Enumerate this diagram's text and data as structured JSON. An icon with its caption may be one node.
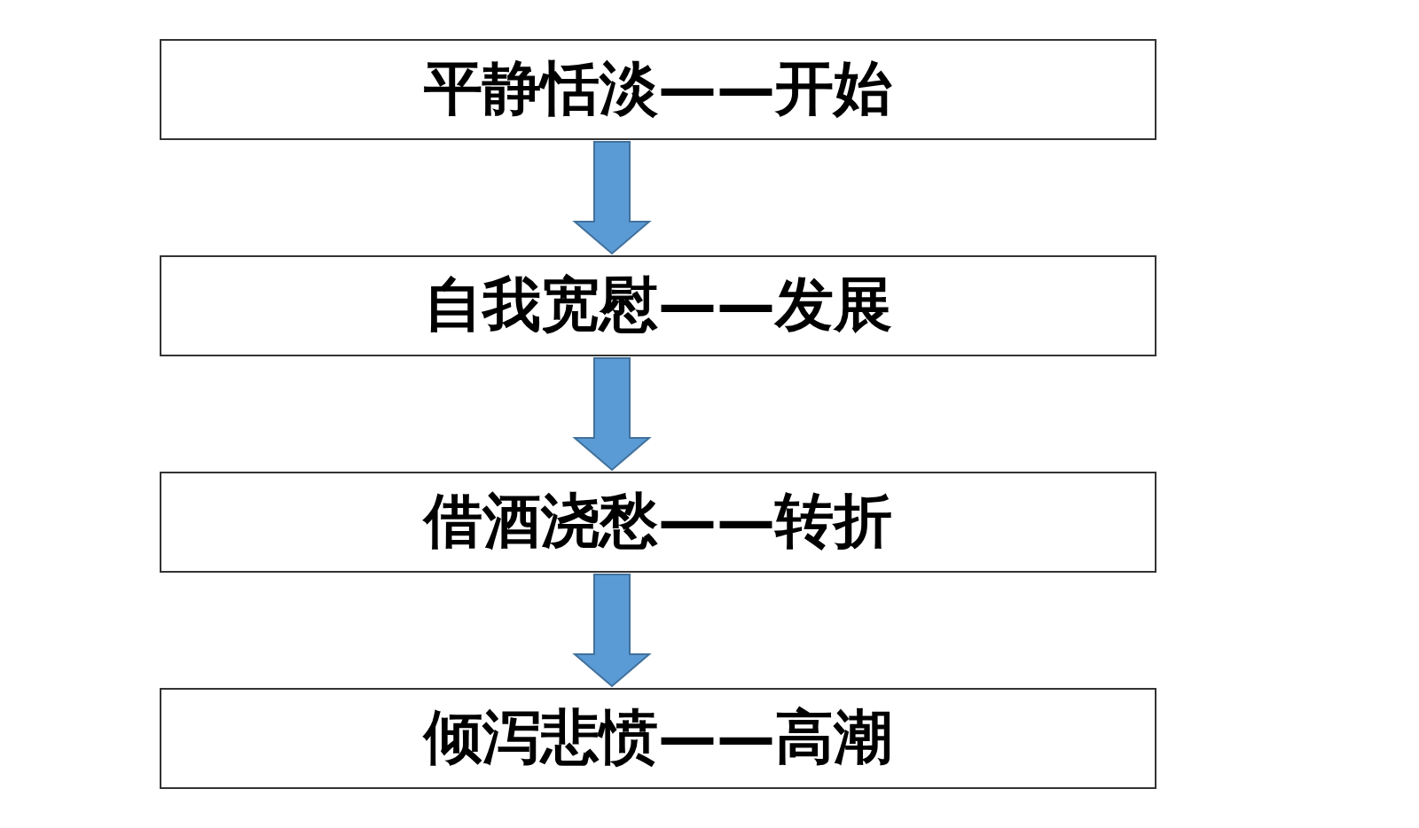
{
  "diagram": {
    "nodes": [
      {
        "text": [
          "平静恬淡——开始"
        ]
      },
      {
        "text": [
          "自我宽慰——发展"
        ]
      },
      {
        "text": [
          "借酒浇愁——转折"
        ]
      },
      {
        "text": [
          "倾泻悲愤——高潮"
        ]
      }
    ],
    "edges": [
      {
        "from": 0,
        "to": 1,
        "arrow": "to"
      },
      {
        "from": 1,
        "to": 2,
        "arrow": "to"
      },
      {
        "from": 2,
        "to": 3,
        "arrow": "to"
      }
    ]
  }
}
